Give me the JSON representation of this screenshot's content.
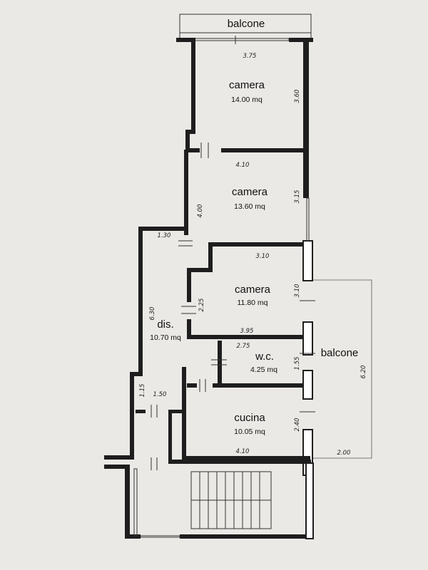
{
  "rooms": [
    {
      "name": "camera",
      "area": "14.00 mq"
    },
    {
      "name": "camera",
      "area": "13.60 mq"
    },
    {
      "name": "camera",
      "area": "11.80 mq"
    },
    {
      "name": "dis.",
      "area": "10.70 mq"
    },
    {
      "name": "w.c.",
      "area": "4.25 mq"
    },
    {
      "name": "cucina",
      "area": "10.05 mq"
    }
  ],
  "balconies": [
    "balcone",
    "balcone"
  ],
  "dimensions": [
    "3.75",
    "3.60",
    "4.10",
    "3.15",
    "4.00",
    "1.30",
    "3.10",
    "2.25",
    "3.10",
    "6.30",
    "3.95",
    "2.75",
    "1.55",
    "6.20",
    "1.15",
    "1.50",
    "2.40",
    "4.10",
    "2.00"
  ],
  "colors": {
    "wall": "#1e1e1e",
    "background": "#ebe9e6"
  }
}
